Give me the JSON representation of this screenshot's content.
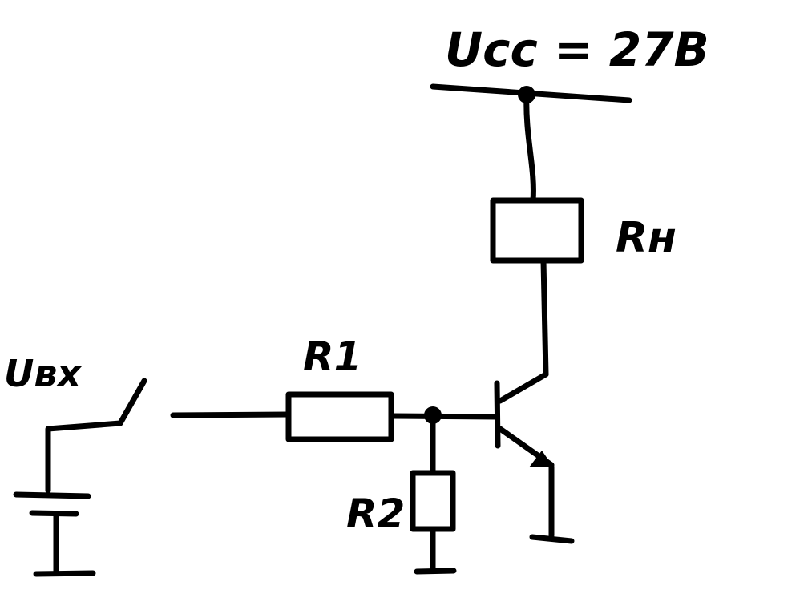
{
  "labels": {
    "supply": "Uсс = 27В",
    "load_resistor": "Rн",
    "r1": "R1",
    "r2": "R2",
    "input": "Uвх"
  },
  "colors": {
    "ink": "#000000",
    "background": "#ffffff"
  }
}
